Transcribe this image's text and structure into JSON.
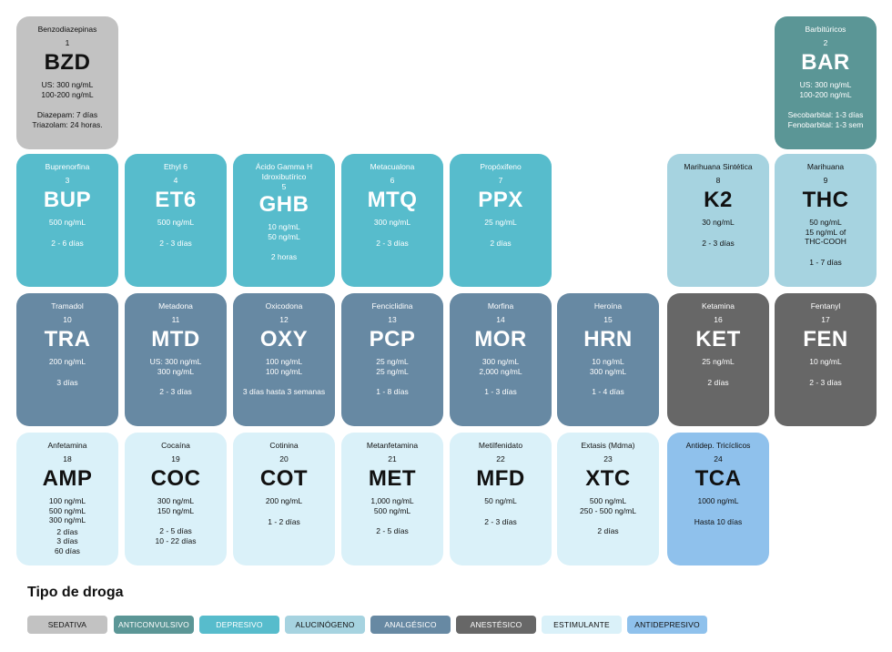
{
  "tiles": [
    {
      "name": "Benzodiazepinas",
      "num": "1",
      "sym": "BZD",
      "conc": "US: 300 ng/mL\n100-200 ng/mL",
      "dur": "Diazepam: 7 días\nTriazolam: 24 horas.",
      "cat": "sedativa"
    },
    {
      "name": "Barbitúricos",
      "num": "2",
      "sym": "BAR",
      "conc": "US: 300 ng/mL\n100-200 ng/mL",
      "dur": "Secobarbital: 1-3 días\nFenobarbital: 1-3 sem",
      "cat": "anticonvulsivo"
    },
    {
      "name": "Buprenorfina",
      "num": "3",
      "sym": "BUP",
      "conc": "500 ng/mL",
      "dur": "2 - 6 días",
      "cat": "depresivo"
    },
    {
      "name": "Ethyl 6",
      "num": "4",
      "sym": "ET6",
      "conc": "500 ng/mL",
      "dur": "2 - 3 días",
      "cat": "depresivo"
    },
    {
      "name": "Ácido Gamma H Idroxibutírico",
      "num": "5",
      "sym": "GHB",
      "conc": "10 ng/mL\n50 ng/mL",
      "dur": "2 horas",
      "cat": "depresivo"
    },
    {
      "name": "Metacualona",
      "num": "6",
      "sym": "MTQ",
      "conc": "300 ng/mL",
      "dur": "2 - 3 días",
      "cat": "depresivo"
    },
    {
      "name": "Propóxifeno",
      "num": "7",
      "sym": "PPX",
      "conc": "25 ng/mL",
      "dur": "2 días",
      "cat": "depresivo"
    },
    {
      "name": "Marihuana Sintética",
      "num": "8",
      "sym": "K2",
      "conc": "30 ng/mL",
      "dur": "2 - 3 días",
      "cat": "alucinogeno"
    },
    {
      "name": "Marihuana",
      "num": "9",
      "sym": "THC",
      "conc": "50 ng/mL\n15 ng/mL of\nTHC-COOH",
      "dur": "1 - 7 días",
      "cat": "alucinogeno"
    },
    {
      "name": "Tramadol",
      "num": "10",
      "sym": "TRA",
      "conc": "200 ng/mL",
      "dur": "3 días",
      "cat": "analgesico"
    },
    {
      "name": "Metadona",
      "num": "11",
      "sym": "MTD",
      "conc": "US: 300 ng/mL\n300 ng/mL",
      "dur": "2 - 3 días",
      "cat": "analgesico"
    },
    {
      "name": "Oxicodona",
      "num": "12",
      "sym": "OXY",
      "conc": "100 ng/mL\n100 ng/mL",
      "dur": "3 días hasta 3 semanas",
      "cat": "analgesico"
    },
    {
      "name": "Fenciclidina",
      "num": "13",
      "sym": "PCP",
      "conc": "25 ng/mL\n25 ng/mL",
      "dur": "1 - 8 días",
      "cat": "analgesico"
    },
    {
      "name": "Morfina",
      "num": "14",
      "sym": "MOR",
      "conc": "300 ng/mL\n2,000 ng/mL",
      "dur": "1 - 3 días",
      "cat": "analgesico"
    },
    {
      "name": "Heroína",
      "num": "15",
      "sym": "HRN",
      "conc": "10 ng/mL\n300 ng/mL",
      "dur": "1 - 4 días",
      "cat": "analgesico"
    },
    {
      "name": "Ketamina",
      "num": "16",
      "sym": "KET",
      "conc": "25 ng/mL",
      "dur": "2 días",
      "cat": "anestesico"
    },
    {
      "name": "Fentanyl",
      "num": "17",
      "sym": "FEN",
      "conc": "10 ng/mL",
      "dur": "2 - 3 días",
      "cat": "anestesico"
    },
    {
      "name": "Anfetamina",
      "num": "18",
      "sym": "AMP",
      "conc": "100 ng/mL\n500 ng/mL\n300 ng/mL",
      "dur": "2 días\n3 días\n60 días",
      "cat": "estimulante"
    },
    {
      "name": "Cocaína",
      "num": "19",
      "sym": "COC",
      "conc": "300 ng/mL\n150 ng/mL",
      "dur": "2 - 5 días\n10 - 22 días",
      "cat": "estimulante"
    },
    {
      "name": "Cotinina",
      "num": "20",
      "sym": "COT",
      "conc": "200 ng/mL",
      "dur": "1 - 2 días",
      "cat": "estimulante"
    },
    {
      "name": "Metanfetamina",
      "num": "21",
      "sym": "MET",
      "conc": "1,000 ng/mL\n500 ng/mL",
      "dur": "2 - 5 días",
      "cat": "estimulante"
    },
    {
      "name": "Metilfenidato",
      "num": "22",
      "sym": "MFD",
      "conc": "50 ng/mL",
      "dur": "2 - 3 días",
      "cat": "estimulante"
    },
    {
      "name": "Extasis (Mdma)",
      "num": "23",
      "sym": "XTC",
      "conc": "500 ng/mL\n250 - 500 ng/mL",
      "dur": "2  días",
      "cat": "estimulante"
    },
    {
      "name": "Antidep. Tricíclicos",
      "num": "24",
      "sym": "TCA",
      "conc": "1000 ng/mL",
      "dur": "Hasta 10 días",
      "cat": "antidepresivo"
    }
  ],
  "legend": {
    "title": "Tipo de droga",
    "items": [
      {
        "key": "sedativa",
        "label": "SEDATIVA"
      },
      {
        "key": "anticonvulsivo",
        "label": "ANTICONVULSIVO"
      },
      {
        "key": "depresivo",
        "label": "DEPRESIVO"
      },
      {
        "key": "alucinogeno",
        "label": "ALUCINÓGENO"
      },
      {
        "key": "analgesico",
        "label": "ANALGÉSICO"
      },
      {
        "key": "anestesico",
        "label": "ANESTÉSICO"
      },
      {
        "key": "estimulante",
        "label": "ESTIMULANTE"
      },
      {
        "key": "antidepresivo",
        "label": "ANTIDEPRESIVO"
      }
    ]
  },
  "colors": {
    "sedativa": {
      "bg": "#c2c2c2",
      "fg": "#111111"
    },
    "anticonvulsivo": {
      "bg": "#5b9696",
      "fg": "#ffffff"
    },
    "depresivo": {
      "bg": "#57bccc",
      "fg": "#ffffff"
    },
    "alucinogeno": {
      "bg": "#a6d3e0",
      "fg": "#111111"
    },
    "analgesico": {
      "bg": "#6789a3",
      "fg": "#ffffff"
    },
    "anestesico": {
      "bg": "#676767",
      "fg": "#ffffff"
    },
    "estimulante": {
      "bg": "#daf1f9",
      "fg": "#111111"
    },
    "antidepresivo": {
      "bg": "#8fc1ec",
      "fg": "#111111"
    }
  }
}
